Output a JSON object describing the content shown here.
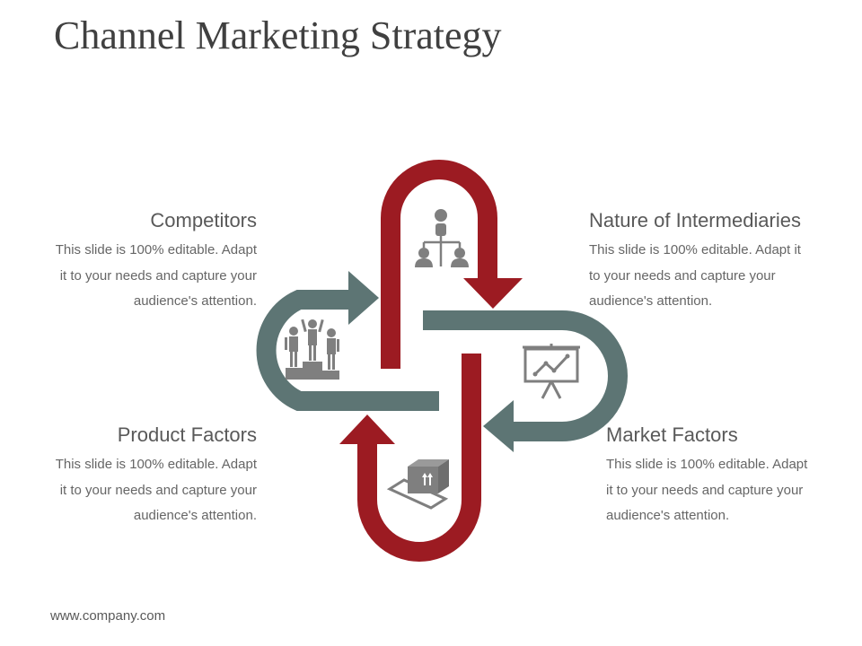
{
  "slide": {
    "title": "Channel Marketing Strategy",
    "footer": "www.company.com"
  },
  "colors": {
    "red": "#9c1b22",
    "teal": "#5d7574",
    "icon": "#7f7f7f"
  },
  "blocks": {
    "competitors": {
      "heading": "Competitors",
      "line1": "This slide is 100% editable. Adapt",
      "line2": "it to your needs and capture your",
      "line3": "audience's attention."
    },
    "intermediaries": {
      "heading": "Nature of Intermediaries",
      "line1": "This slide is 100% editable. Adapt it",
      "line2": "to your needs and capture your",
      "line3": "audience's attention."
    },
    "product": {
      "heading": "Product Factors",
      "line1": "This slide is 100% editable. Adapt",
      "line2": "it to your needs and capture your",
      "line3": "audience's attention."
    },
    "market": {
      "heading": "Market Factors",
      "line1": "This slide is 100% editable. Adapt",
      "line2": "it to your needs and capture your",
      "line3": "audience's attention."
    }
  },
  "icons": {
    "top": "org-hierarchy-icon",
    "left": "podium-winners-icon",
    "right": "presentation-chart-icon",
    "bottom": "package-pallet-icon"
  }
}
